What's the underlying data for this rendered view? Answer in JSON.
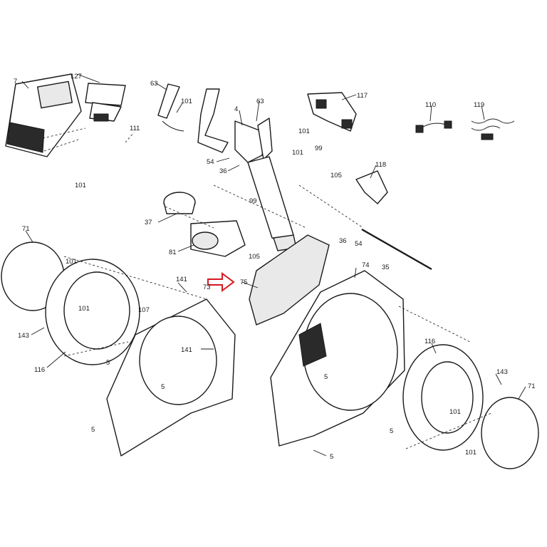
{
  "colors": {
    "ink": "#1a1a1a",
    "highlight_arrow": "#d71920",
    "background": "#ffffff"
  },
  "highlighted_part": "75",
  "callouts": [
    "7",
    "127",
    "63",
    "101",
    "111",
    "101",
    "63",
    "4",
    "117",
    "110",
    "119",
    "101",
    "54",
    "36",
    "101",
    "99",
    "105",
    "118",
    "37",
    "99",
    "81",
    "105",
    "36",
    "54",
    "35",
    "71",
    "101",
    "101",
    "143",
    "116",
    "141",
    "73",
    "107",
    "141",
    "5",
    "5",
    "5",
    "75",
    "74",
    "5",
    "5",
    "5",
    "116",
    "143",
    "71",
    "101",
    "101"
  ]
}
